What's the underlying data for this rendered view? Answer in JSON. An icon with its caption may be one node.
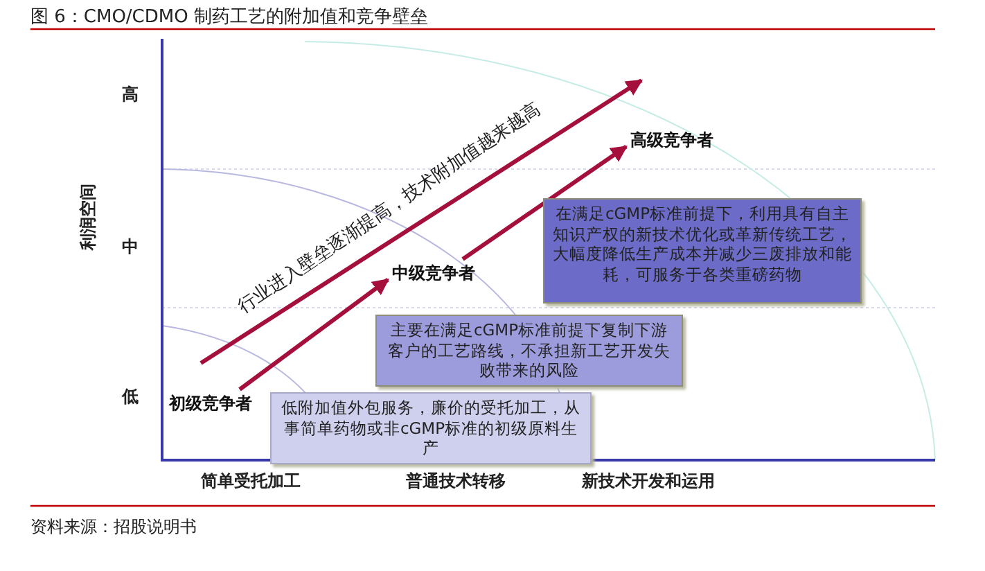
{
  "diagram": {
    "title": "图 6：CMO/CDMO 制药工艺的附加值和竞争壁垒",
    "caption": "资料来源：招股说明书",
    "nodes": [
      {
        "text": [
          "高级竞争者"
        ]
      },
      {
        "text": [
          "在满足cGMP标准前提下，利用具有自主知识产权的新技术优化或革新传统工艺，大幅度降低生产成本并减少三废排放和能耗，可服务于各类重磅药物"
        ]
      },
      {
        "text": [
          "中级竞争者"
        ]
      },
      {
        "text": [
          "主要在满足cGMP标准前提下复制下游客户的工艺路线，不承担新工艺开发失败带来的风险"
        ]
      },
      {
        "text": [
          "初级竞争者"
        ]
      },
      {
        "text": [
          "低附加值外包服务，廉价的受托加工，从事简单药物或非cGMP标准的初级原料生产"
        ]
      }
    ],
    "edges": [
      {
        "from": 4,
        "to": 2,
        "arrow": "to"
      },
      {
        "from": 2,
        "to": 0,
        "arrow": "to"
      }
    ],
    "labels": [
      "高",
      "利润空间",
      "中",
      "低",
      "行业进入壁垒逐渐提高，技术附加值越来越高",
      "简单受托加工",
      "普通技术转移",
      "新技术开发和运用"
    ]
  }
}
